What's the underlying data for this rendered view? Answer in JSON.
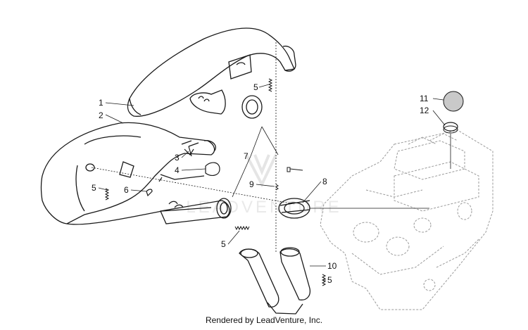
{
  "diagram": {
    "callouts": [
      "1",
      "2",
      "3",
      "4",
      "5",
      "6",
      "5",
      "7",
      "9",
      "8",
      "5",
      "10",
      "5",
      "11",
      "12"
    ],
    "watermark": "LEADVENTURE"
  },
  "footer": {
    "credit": "Rendered by LeadVenture, Inc."
  },
  "colors": {
    "line": "#1a1a1a",
    "engine_line": "#9a9a9a",
    "cap_fill": "#c9c9c9"
  }
}
